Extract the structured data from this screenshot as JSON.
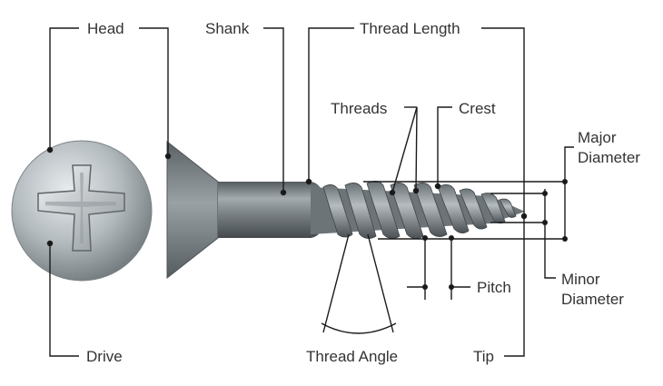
{
  "labels": {
    "head": "Head",
    "shank": "Shank",
    "thread_length": "Thread Length",
    "threads": "Threads",
    "crest": "Crest",
    "major_diameter_1": "Major",
    "major_diameter_2": "Diameter",
    "minor_diameter_1": "Minor",
    "minor_diameter_2": "Diameter",
    "pitch": "Pitch",
    "drive": "Drive",
    "thread_angle": "Thread Angle",
    "tip": "Tip"
  },
  "colors": {
    "metal_light": "#d5dadd",
    "metal_mid": "#8f979c",
    "metal_dark": "#4e5559",
    "leader": "#1a1a1a",
    "text": "#333333"
  }
}
